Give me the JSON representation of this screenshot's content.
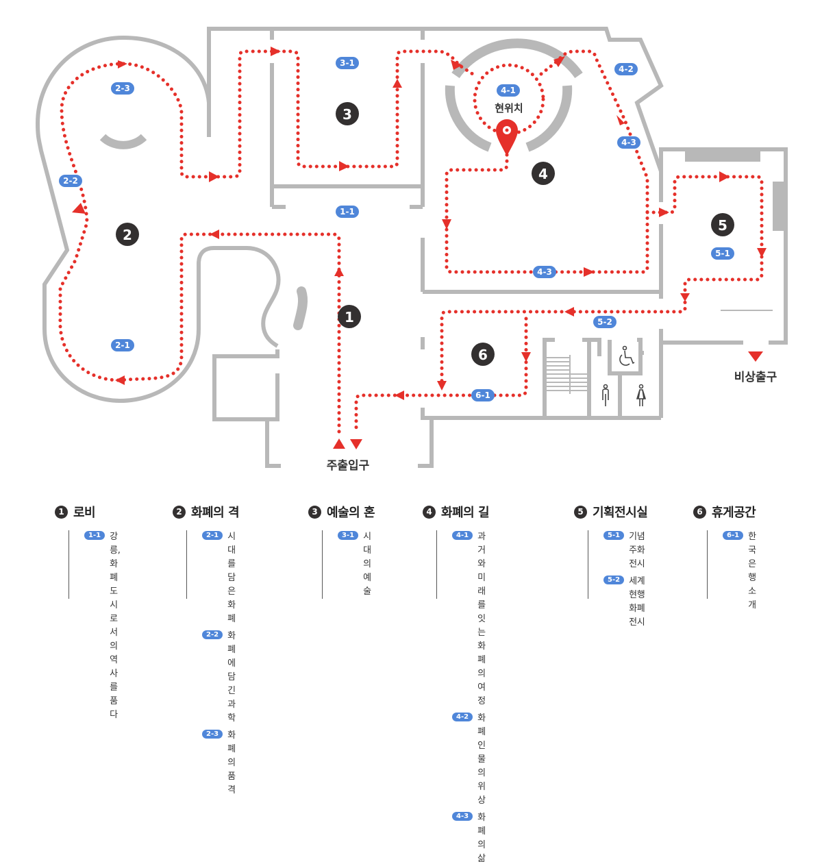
{
  "map": {
    "zones": [
      {
        "num": "1",
        "name": "로비"
      },
      {
        "num": "2",
        "name": "화폐의 격"
      },
      {
        "num": "3",
        "name": "예술의 혼"
      },
      {
        "num": "4",
        "name": "화폐의 길"
      },
      {
        "num": "5",
        "name": "기획전시실"
      },
      {
        "num": "6",
        "name": "휴게공간"
      }
    ],
    "spots": [
      "1-1",
      "2-1",
      "2-2",
      "2-3",
      "3-1",
      "4-1",
      "4-2",
      "4-3",
      "4-3",
      "5-1",
      "5-2",
      "6-1"
    ],
    "current_location_label": "현위치",
    "main_entrance_label": "주출입구",
    "emergency_exit_label": "비상출구",
    "facilities": [
      "accessible-restroom",
      "mens-restroom",
      "womens-restroom",
      "stairs"
    ],
    "colors": {
      "route": "#e5302a",
      "pill": "#4f86d9",
      "wall": "#b8b8b8",
      "zone_badge": "#333030"
    }
  },
  "legend": [
    {
      "num": "1",
      "title": "로비",
      "items": [
        {
          "code": "1-1",
          "text": "강릉, 화폐\n도시로서의\n역사를 품다"
        }
      ]
    },
    {
      "num": "2",
      "title": "화폐의 격",
      "items": [
        {
          "code": "2-1",
          "text": "시대를 담은 화폐"
        },
        {
          "code": "2-2",
          "text": "화폐에 담긴 과학"
        },
        {
          "code": "2-3",
          "text": "화폐의 품격"
        }
      ]
    },
    {
      "num": "3",
      "title": "예술의 혼",
      "items": [
        {
          "code": "3-1",
          "text": "시대의 예술"
        }
      ]
    },
    {
      "num": "4",
      "title": "화폐의 길",
      "items": [
        {
          "code": "4-1",
          "text": "과거와 미래를 잇는\n화폐의 여정"
        },
        {
          "code": "4-2",
          "text": "화폐 인물의 위상"
        },
        {
          "code": "4-3",
          "text": "화폐의 삶"
        }
      ]
    },
    {
      "num": "5",
      "title": "기획전시실",
      "items": [
        {
          "code": "5-1",
          "text": "기념주화전시"
        },
        {
          "code": "5-2",
          "text": "세계 현행화폐\n전시"
        }
      ]
    },
    {
      "num": "6",
      "title": "휴게공간",
      "items": [
        {
          "code": "6-1",
          "text": "한국은행 소개"
        }
      ]
    }
  ]
}
